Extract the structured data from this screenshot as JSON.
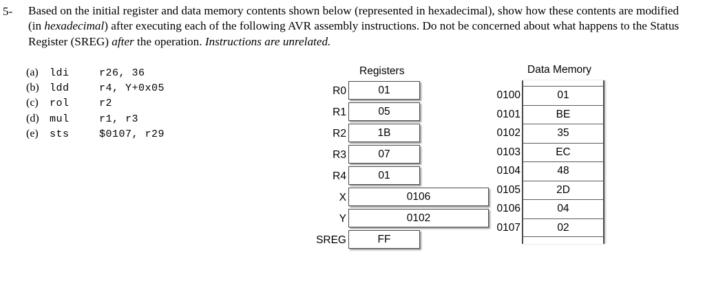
{
  "question": {
    "number": "5-",
    "text_html": "Based on the initial register and data memory contents shown below (represented in hexadecimal), show how these contents are modified (in <span class=\"ital\">hexadecimal</span>) after executing each of the following AVR assembly instructions. Do not be concerned about what happens to the Status Register (SREG) <span class=\"ital\">after</span> the operation.  <span class=\"ital\">Instructions are unrelated.</span>",
    "text_plain": "Based on the initial register and data memory contents shown below (represented in hexadecimal), show how these contents are modified (in hexadecimal) after executing each of the following AVR assembly instructions. Do not be concerned about what happens to the Status Register (SREG) after the operation.  Instructions are unrelated."
  },
  "instructions": [
    {
      "letter": "(a)",
      "mnemonic": "ldi",
      "operands": "r26, 36"
    },
    {
      "letter": "(b)",
      "mnemonic": "ldd",
      "operands": "r4, Y+0x05"
    },
    {
      "letter": "(c)",
      "mnemonic": "rol",
      "operands": "r2"
    },
    {
      "letter": "(d)",
      "mnemonic": "mul",
      "operands": "r1, r3"
    },
    {
      "letter": "(e)",
      "mnemonic": "sts",
      "operands": "$0107, r29"
    }
  ],
  "registers": {
    "title": "Registers",
    "rows": [
      {
        "label": "R0",
        "value": "01",
        "width": "narrow"
      },
      {
        "label": "R1",
        "value": "05",
        "width": "narrow"
      },
      {
        "label": "R2",
        "value": "1B",
        "width": "narrow"
      },
      {
        "label": "R3",
        "value": "07",
        "width": "narrow"
      },
      {
        "label": "R4",
        "value": "01",
        "width": "narrow"
      },
      {
        "label": "X",
        "value": "0106",
        "width": "wide"
      },
      {
        "label": "Y",
        "value": "0102",
        "width": "wide"
      },
      {
        "label": "SREG",
        "value": "FF",
        "width": "narrow"
      }
    ]
  },
  "data_memory": {
    "title": "Data Memory",
    "rows": [
      {
        "address": "0100",
        "value": "01"
      },
      {
        "address": "0101",
        "value": "BE"
      },
      {
        "address": "0102",
        "value": "35"
      },
      {
        "address": "0103",
        "value": "EC"
      },
      {
        "address": "0104",
        "value": "48"
      },
      {
        "address": "0105",
        "value": "2D"
      },
      {
        "address": "0106",
        "value": "04"
      },
      {
        "address": "0107",
        "value": "02"
      }
    ]
  },
  "colors": {
    "page_background": "#ffffff",
    "text": "#000000",
    "box_border": "#4a4a4a",
    "box_fill": "#ffffff"
  }
}
